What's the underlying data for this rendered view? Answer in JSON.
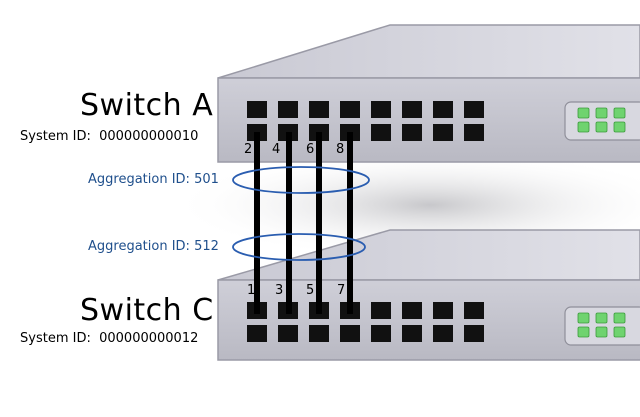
{
  "switch_a": {
    "name": "Switch A",
    "system_id_label": "System ID:",
    "system_id_value": "000000000010",
    "port_numbers": [
      "2",
      "4",
      "6",
      "8"
    ]
  },
  "switch_c": {
    "name": "Switch C",
    "system_id_label": "System ID:",
    "system_id_value": "000000000012",
    "port_numbers": [
      "1",
      "3",
      "5",
      "7"
    ]
  },
  "aggregations": [
    {
      "label": "Aggregation ID: 501"
    },
    {
      "label": "Aggregation ID: 512"
    }
  ],
  "colors": {
    "chassis_top": "#d2d2dc",
    "chassis_front": "#c4c4cd",
    "port": "#111111",
    "led": "#6fd36f",
    "link_cable": "#000000",
    "aggregation_ring": "#2a5db0",
    "aggregation_text": "#1f4f8c"
  },
  "icons": [
    "rj45-port-icon",
    "status-led-icon"
  ]
}
